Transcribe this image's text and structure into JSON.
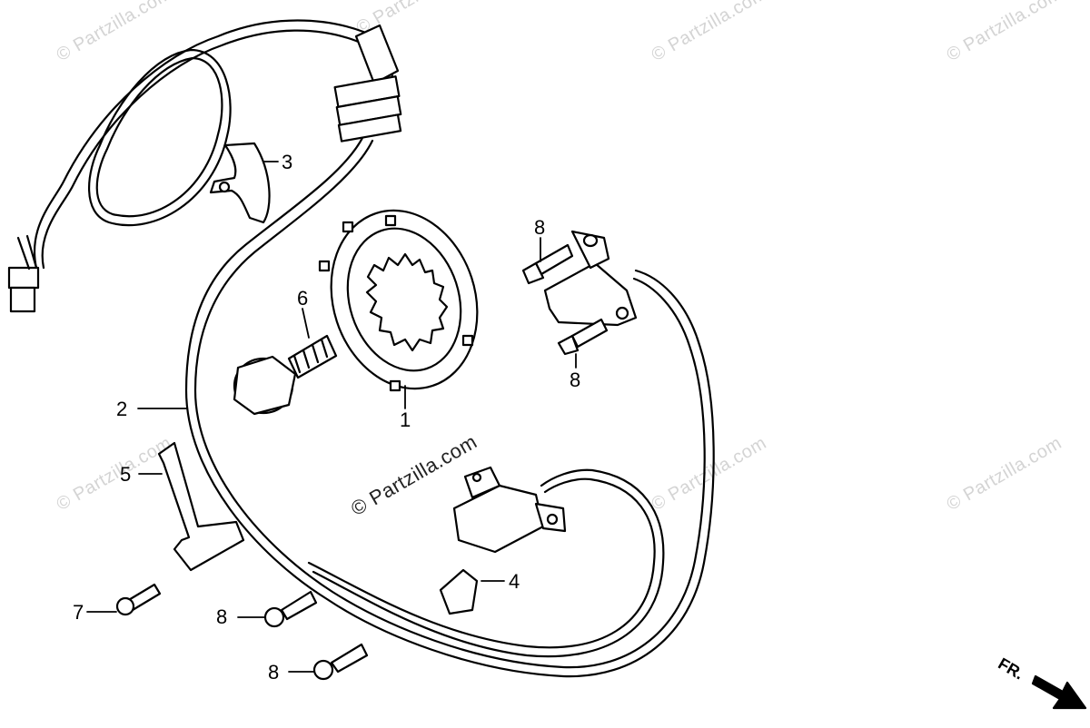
{
  "watermark": {
    "text": "© Partzilla.com",
    "center_text": "© Partzilla.com"
  },
  "callouts": {
    "part1": "1",
    "part2": "2",
    "part3": "3",
    "part4": "4",
    "part5": "5",
    "part6": "6",
    "part7": "7",
    "part8_a": "8",
    "part8_b": "8",
    "part8_c": "8",
    "part8_d": "8"
  },
  "direction": {
    "label": "FR."
  }
}
